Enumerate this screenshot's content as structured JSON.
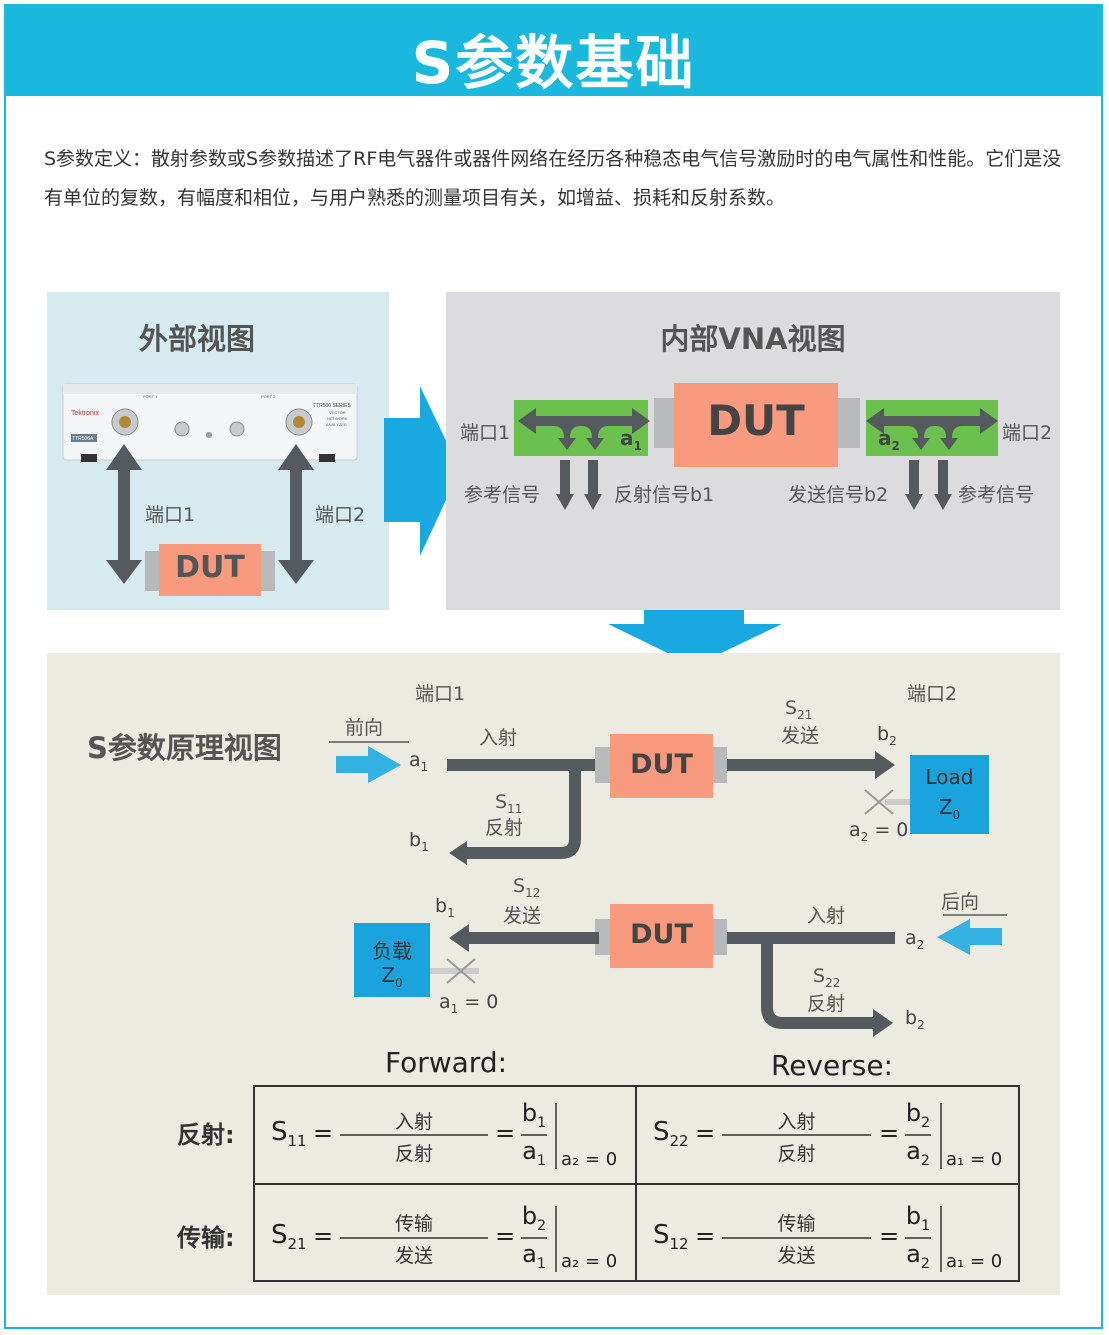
{
  "header": {
    "title": "S参数基础"
  },
  "intro": {
    "text": "S参数定义：散射参数或S参数描述了RF电气器件或器件网络在经历各种稳态电气信号激励时的电气属性和性能。它们是没有单位的复数，有幅度和相位，与用户熟悉的测量项目有关，如增益、损耗和反射系数。"
  },
  "external_view": {
    "title": "外部视图",
    "port1": "端口1",
    "port2": "端口2",
    "dut": "DUT",
    "device": {
      "brand": "Tektronix",
      "model": "TTR506A",
      "series": "TTR500 SERIES",
      "sub1": "VECTOR",
      "sub2": "NETWORK",
      "sub3": "ANALYZER",
      "port1_label": "PORT 1",
      "port2_label": "PORT 2"
    }
  },
  "internal_view": {
    "title": "内部VNA视图",
    "dut": "DUT",
    "port1": "端口1",
    "port2": "端口2",
    "a1": "a",
    "a1_sub": "1",
    "a2": "a",
    "a2_sub": "2",
    "ref_left": "参考信号",
    "reflected_b1": "反射信号b1",
    "transmit_b2": "发送信号b2",
    "ref_right": "参考信号"
  },
  "sparam_view": {
    "title": "S参数原理视图",
    "port1": "端口1",
    "port2": "端口2",
    "forward_dir": "前向",
    "reverse_dir": "后向",
    "dut": "DUT",
    "incident": "入射",
    "s21": "S",
    "s21_sub": "21",
    "transmit": "发送",
    "s11": "S",
    "s11_sub": "11",
    "reflect": "反射",
    "s12": "S",
    "s12_sub": "12",
    "s22": "S",
    "s22_sub": "22",
    "load_label": "Load",
    "load_cn": "负载",
    "z0": "Z",
    "z0_sub": "0",
    "a": "a",
    "b": "b",
    "sub1": "1",
    "sub2": "2",
    "eq_zero": " = 0"
  },
  "equations": {
    "forward": "Forward:",
    "reverse": "Reverse:",
    "row_reflection": "反射:",
    "row_transmission": "传输:",
    "num_reflect": "入射",
    "den_reflect": "反射",
    "num_transmit": "传输",
    "den_transmit": "发送",
    "S": "S",
    "eq": "=",
    "cond_a2": "a₂ = 0",
    "cond_a1": "a₁ = 0",
    "s11": "11",
    "s22": "22",
    "s21": "21",
    "s12": "12"
  },
  "colors": {
    "accent": "#19b8dc",
    "dut": "#f79a7d",
    "green": "#6cc14e",
    "arrow": "#555a5e",
    "load": "#1aa3dc",
    "light_arrow": "#33b2e3"
  }
}
